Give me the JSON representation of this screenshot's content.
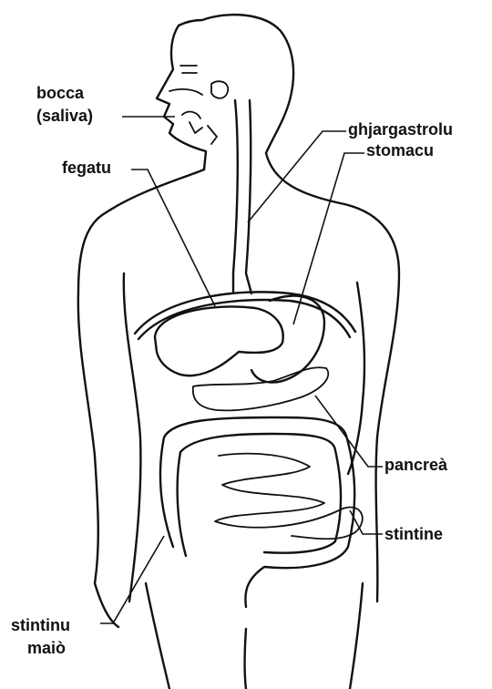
{
  "labels": {
    "bocca": "bocca",
    "saliva": "(saliva)",
    "fegatu": "fegatu",
    "ghjargastrolu": "ghjargastrolu",
    "stomacu": "stomacu",
    "pancrea": "pancreà",
    "stintine": "stintine",
    "stintinu": "stintinu",
    "maio": "maiò"
  },
  "colors": {
    "ink": "#111111",
    "background": "#ffffff"
  }
}
